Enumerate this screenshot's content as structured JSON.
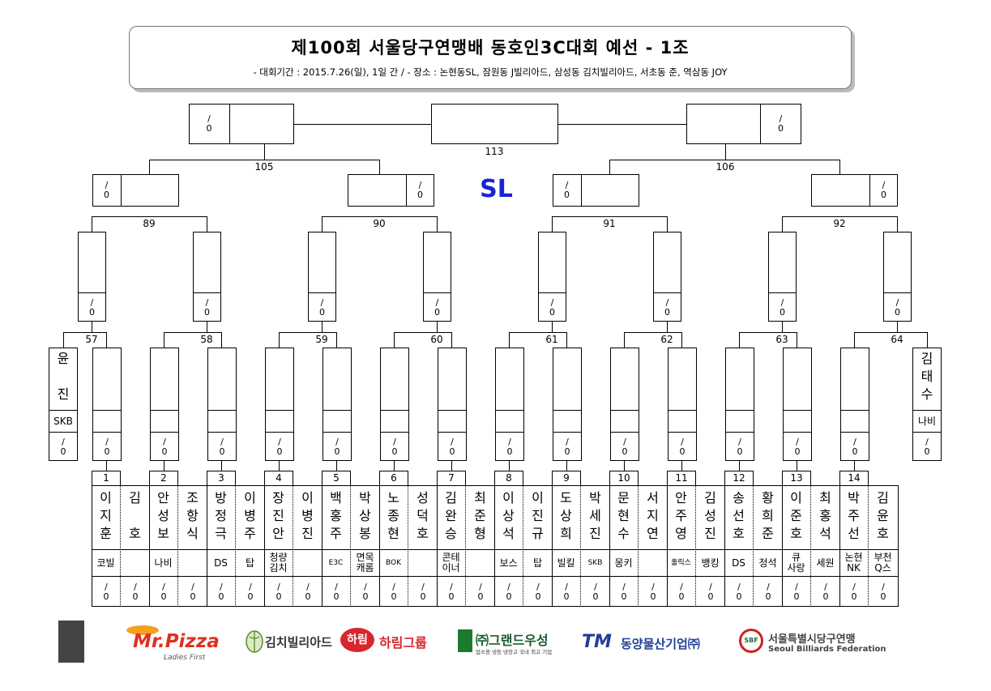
{
  "title": "제100회 서울당구연맹배 동호인3C대회 예선 - 1조",
  "subtitle": "- 대회기간 : 2015.7.26(일), 1일 간 / - 장소 : 논현동SL, 잠원동 J빌리아드, 삼성동 김치빌리아드, 서초동 준, 역삼동 JOY",
  "venue_mark": "SL",
  "score_placeholder": "/\n0",
  "match_numbers": {
    "m57": "57",
    "m58": "58",
    "m59": "59",
    "m60": "60",
    "m61": "61",
    "m62": "62",
    "m63": "63",
    "m64": "64",
    "m89": "89",
    "m90": "90",
    "m91": "91",
    "m92": "92",
    "m105": "105",
    "m106": "106",
    "m113": "113"
  },
  "byes": {
    "left": {
      "name": "윤\n\n진",
      "club": "SKB"
    },
    "right": {
      "name": "김\n태\n수",
      "club": "나비"
    }
  },
  "groups": [
    {
      "no": "1",
      "p1": "이\n지\n훈",
      "p2": "김\n\n호",
      "c1": "코빌",
      "c2": ""
    },
    {
      "no": "2",
      "p1": "안\n성\n보",
      "p2": "조\n항\n식",
      "c1": "나비",
      "c2": ""
    },
    {
      "no": "3",
      "p1": "방\n정\n극",
      "p2": "이\n병\n주",
      "c1": "DS",
      "c2": "탑"
    },
    {
      "no": "4",
      "p1": "장\n진\n안",
      "p2": "이\n병\n진",
      "c1": "청량\n김치",
      "c2": ""
    },
    {
      "no": "5",
      "p1": "백\n홍\n주",
      "p2": "박\n상\n봉",
      "c1": "E3C",
      "c2": "면목\n캐롬"
    },
    {
      "no": "6",
      "p1": "노\n종\n현",
      "p2": "성\n덕\n호",
      "c1": "BOK",
      "c2": ""
    },
    {
      "no": "7",
      "p1": "김\n완\n승",
      "p2": "최\n준\n형",
      "c1": "콘테\n이너",
      "c2": ""
    },
    {
      "no": "8",
      "p1": "이\n상\n석",
      "p2": "이\n진\n규",
      "c1": "보스",
      "c2": "탑"
    },
    {
      "no": "9",
      "p1": "도\n상\n희",
      "p2": "박\n세\n진",
      "c1": "빌킬",
      "c2": "SKB"
    },
    {
      "no": "10",
      "p1": "문\n현\n수",
      "p2": "서\n지\n연",
      "c1": "몽키",
      "c2": ""
    },
    {
      "no": "11",
      "p1": "안\n주\n영",
      "p2": "김\n성\n진",
      "c1": "홀릭스",
      "c2": "뱅킹"
    },
    {
      "no": "12",
      "p1": "송\n선\n호",
      "p2": "황\n희\n준",
      "c1": "DS",
      "c2": "정석"
    },
    {
      "no": "13",
      "p1": "이\n준\n호",
      "p2": "최\n홍\n석",
      "c1": "큐\n사랑",
      "c2": "세원"
    },
    {
      "no": "14",
      "p1": "박\n주\n선",
      "p2": "김\n윤\n호",
      "c1": "논현\nNK",
      "c2": "부천\nQ스"
    }
  ],
  "sponsors": {
    "mrpizza": "Mr.Pizza",
    "mrpizza_tag": "Ladies First",
    "kimchi": "김치빌리아드",
    "harim_badge": "하림",
    "harim": "하림그룹",
    "grand": "㈜그랜드우성",
    "grand_tag": "업소용 냉동 냉장고 국내 최고 기업",
    "dongyang_mark": "TM",
    "dongyang": "동양물산기업㈜",
    "sbf_badge": "SBF",
    "sbf": "서울특별시당구연맹",
    "sbf_en": "Seoul Billiards Federation"
  },
  "colors": {
    "mrpizza": "#e0301e",
    "harim": "#d8262e",
    "grand": "#1b7a2e",
    "dongyang": "#1f3f9a",
    "sbf": "#444444",
    "sl": "#1a22d6"
  }
}
